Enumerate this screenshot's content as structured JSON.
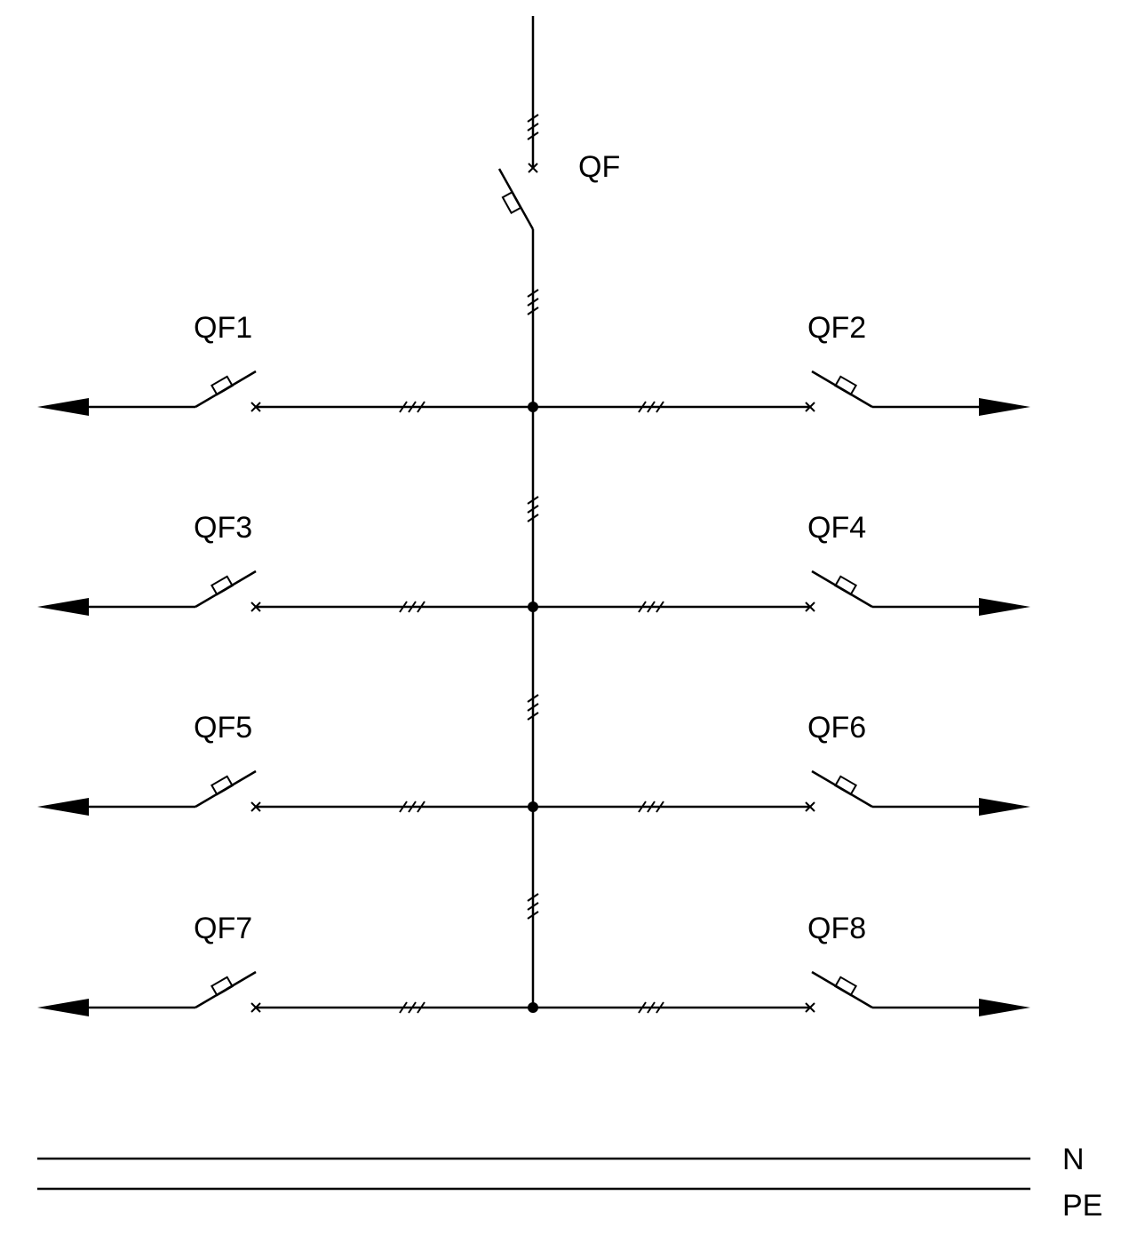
{
  "main_breaker": {
    "label": "QF"
  },
  "feeders": [
    {
      "left": "QF1",
      "right": "QF2"
    },
    {
      "left": "QF3",
      "right": "QF4"
    },
    {
      "left": "QF5",
      "right": "QF6"
    },
    {
      "left": "QF7",
      "right": "QF8"
    }
  ],
  "buses": [
    {
      "label": "N"
    },
    {
      "label": "PE"
    }
  ],
  "colors": {
    "line": "#000000",
    "background": "#ffffff"
  }
}
